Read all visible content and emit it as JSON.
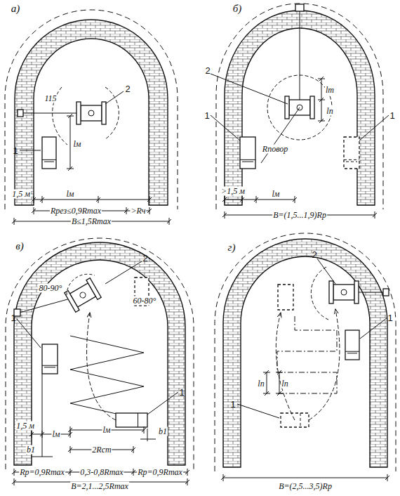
{
  "diagram": {
    "labels": [
      "а)",
      "1",
      "2",
      "115",
      "lм",
      "1,5 м",
      "lм",
      "Rрез≤0,9Rmax",
      ">Rч",
      "B≤1,5Rmax",
      "б)",
      "2",
      "1",
      "1",
      "lт",
      "lп",
      "Rповор",
      ">1,5 м",
      "lм",
      "B=(1,5...1,9)Rр",
      "в)",
      "2",
      "1",
      "1",
      "60-80°",
      "80-90°",
      "1,5 м",
      "lм",
      "lм",
      "b1",
      "2Rст",
      "b1",
      "Rр=0,9Rmax",
      "0,3-0,8Rmax",
      "Rр=0,9Rmax",
      "B=2,1...2,5Rmax",
      "г)",
      "2",
      "1",
      "1",
      "lп",
      "lп",
      "B=(2,5...3,5)Rр"
    ]
  }
}
